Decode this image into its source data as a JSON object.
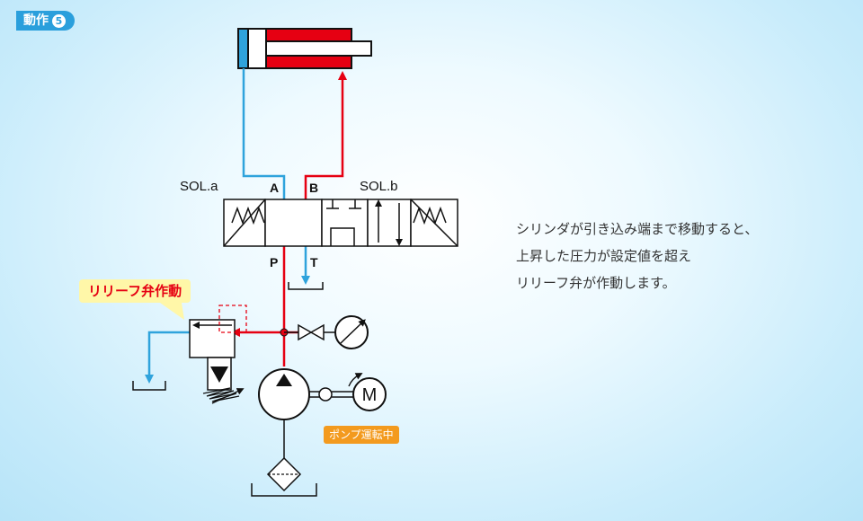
{
  "step": {
    "label": "動作",
    "number": "5"
  },
  "labels": {
    "sol_a": "SOL.a",
    "sol_b": "SOL.b",
    "port_a": "A",
    "port_b": "B",
    "port_p": "P",
    "port_t": "T",
    "motor": "M"
  },
  "callout": {
    "relief": "リリーフ弁作動"
  },
  "badge": {
    "pump": "ポンプ運転中"
  },
  "description": {
    "lines": [
      "シリンダが引き込み端まで移動すると、",
      "上昇した圧力が設定値を超え",
      "リリーフ弁が作動します。"
    ]
  },
  "colors": {
    "pressure_line": "#e60012",
    "return_line": "#2fa3dc",
    "badge_bg": "#2a9fdc",
    "callout_bg": "#fff7a8",
    "pump_badge_bg": "#f39a1e"
  }
}
